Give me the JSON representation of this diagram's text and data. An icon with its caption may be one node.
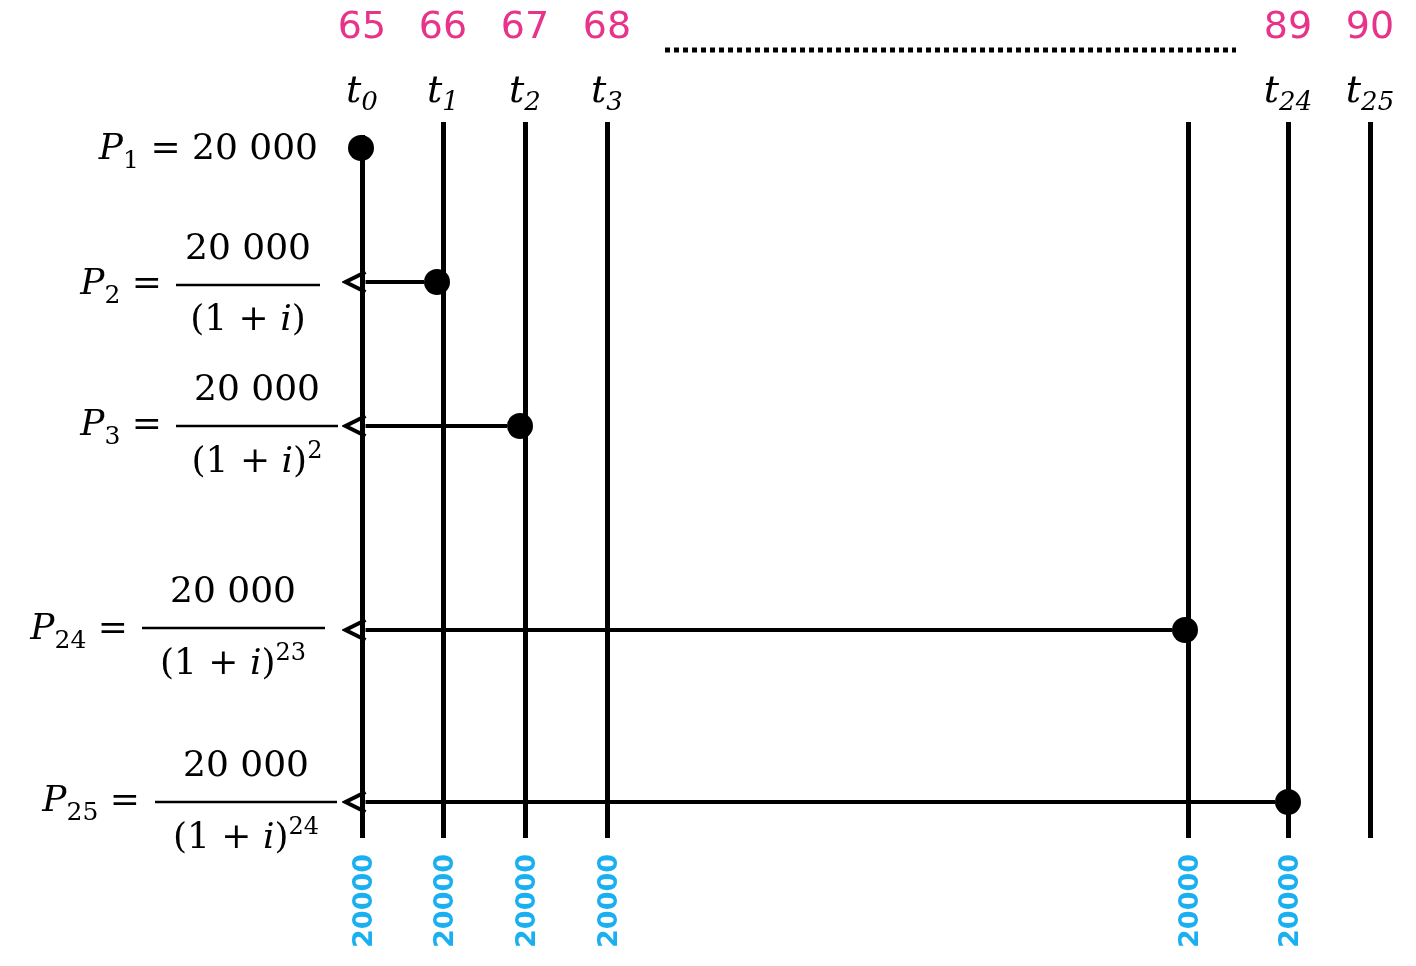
{
  "diagram": {
    "nodes": [
      {
        "text": [
          "65",
          "t$_{0}$"
        ],
        "beside": [
          "20000"
        ]
      },
      {
        "text": [
          "66",
          "t$_{1}$"
        ],
        "beside": [
          "20000"
        ]
      },
      {
        "text": [
          "67",
          "t$_{2}$"
        ],
        "beside": [
          "20000"
        ]
      },
      {
        "text": [
          "68",
          "t$_{3}$"
        ],
        "beside": [
          "20000"
        ]
      },
      {
        "text": [],
        "shape": "bar",
        "beside": [
          "20000"
        ]
      },
      {
        "text": [
          "89",
          "t$_{24}$"
        ],
        "beside": [
          "20000"
        ]
      },
      {
        "text": [
          "90",
          "t$_{25}$"
        ]
      },
      {
        "text": [],
        "shape": "circle"
      },
      {
        "text": [],
        "shape": "circle"
      },
      {
        "text": [],
        "shape": "circle"
      },
      {
        "text": [],
        "shape": "circle"
      },
      {
        "text": [],
        "shape": "circle"
      }
    ],
    "edges": [
      {
        "from": 8,
        "to": 0,
        "arrow": "to"
      },
      {
        "from": 9,
        "to": 0,
        "arrow": "to"
      },
      {
        "from": 10,
        "to": 0,
        "arrow": "to"
      },
      {
        "from": 11,
        "to": 0,
        "arrow": "to"
      }
    ],
    "labels": [
      "*P*$_{1}$ = 20 000",
      "*P*$_{2}$ =",
      "20 000",
      "(1 + *i*)",
      "*P*$_{3}$ =",
      "20 000",
      "(1 + *i*)$^{2}$",
      "*P*$_{24}$ =",
      "20 000",
      "(1 + *i*)$^{23}$",
      "*P*$_{25}$ =",
      "20 000",
      "(1 + *i*)$^{24}$"
    ]
  }
}
